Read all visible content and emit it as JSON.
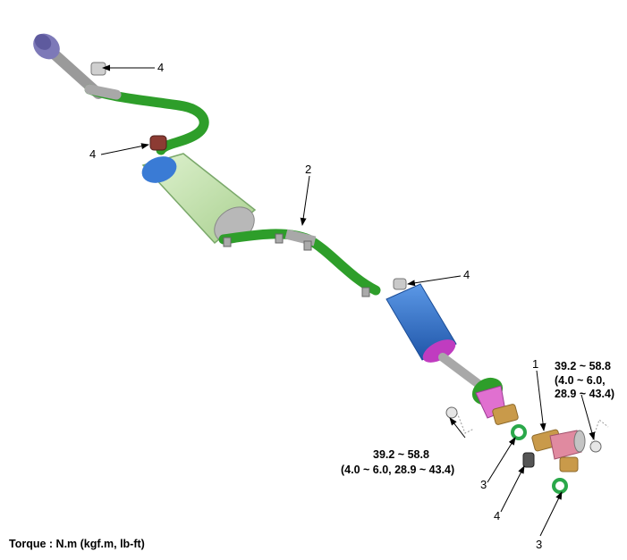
{
  "callouts": {
    "tip_clamp": "4",
    "front_hanger": "4",
    "center_pipe": "2",
    "mid_hanger": "4",
    "front_pipe": "1",
    "gasket_a": "3",
    "gasket_b": "3",
    "nut_lower": "4"
  },
  "torque_right": {
    "line1": "39.2 ~ 58.8",
    "line2": "(4.0 ~ 6.0,",
    "line3": "28.9 ~ 43.4)"
  },
  "torque_left": {
    "line1": "39.2 ~ 58.8",
    "line2": "(4.0 ~ 6.0, 28.9 ~ 43.4)"
  },
  "footer": "Torque : N.m (kgf.m, lb-ft)",
  "colors": {
    "pipe_green": "#2e9e2a",
    "pipe_gray": "#a8a8a8",
    "muffler_green": "#c8e6b4",
    "resonator_blue": "#2f6fcf",
    "tip_purple": "#8a86c4",
    "flange_gold": "#c99a4a",
    "cat_pink": "#e08aa0",
    "gasket_green": "#2aa84a"
  }
}
